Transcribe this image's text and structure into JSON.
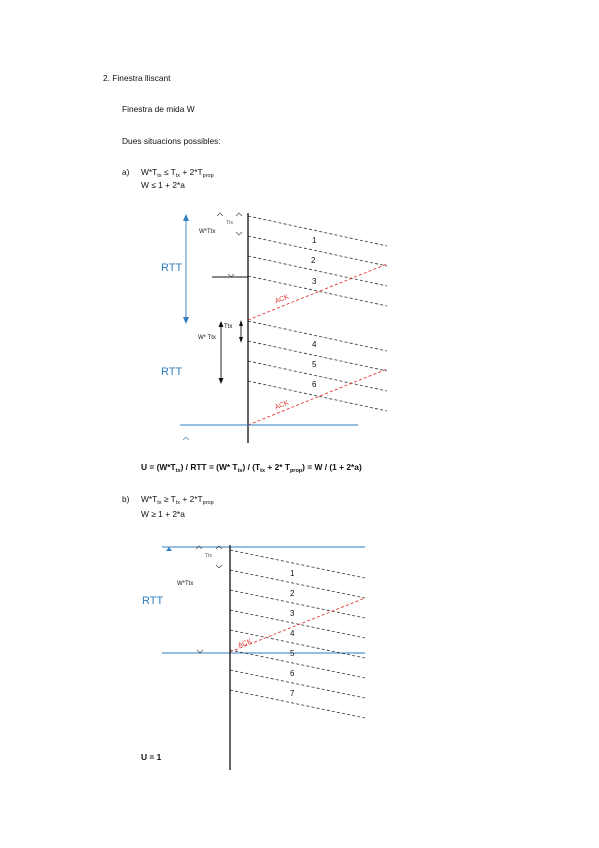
{
  "section": {
    "heading": "2.  Finestra lliscant",
    "window_text": "Finestra de mida W",
    "situations_text": "Dues situacions possibles:"
  },
  "case_a": {
    "label": "a)",
    "cond1": {
      "p1": "W*T",
      "s1": "tx",
      "p2": " ≤ T",
      "s2": "tx",
      "p3": " + 2*T",
      "s3": "prop"
    },
    "cond2": "W ≤ 1 + 2*a",
    "utilization": {
      "p1": "U = (W*T",
      "s1": "tx",
      "p2": ") / RTT = (W* T",
      "s2": "tx",
      "p3": ") / (T",
      "s3": "tx",
      "p4": " + 2* T",
      "s4": "prop",
      "p5": ") = W / (1 + 2*a)"
    },
    "diagram": {
      "rtt_labels": [
        "RTT",
        "RTT"
      ],
      "wttx_label": "W*Ttx",
      "wttx_label2": "W* Ttx",
      "ttx_label": "Ttx",
      "ttx_label2": "Ttx",
      "frames": [
        "1",
        "2",
        "3",
        "4",
        "5",
        "6"
      ],
      "ack_labels": [
        "ACK",
        "ACK"
      ]
    }
  },
  "case_b": {
    "label": "b)",
    "cond1": {
      "p1": "W*T",
      "s1": "tx",
      "p2": " ≥ T",
      "s2": "tx",
      "p3": " + 2*T",
      "s3": "prop"
    },
    "cond2": "W ≥ 1 + 2*a",
    "utilization": "U = 1",
    "diagram": {
      "rtt_label": "RTT",
      "wttx_label": "W*Ttx",
      "ttx_label": "Ttx",
      "frames": [
        "1",
        "2",
        "3",
        "4",
        "5",
        "6",
        "7"
      ],
      "ack_label": "ACK"
    }
  },
  "colors": {
    "blue": "#2f7fc1",
    "ack_red": "#e53935"
  }
}
